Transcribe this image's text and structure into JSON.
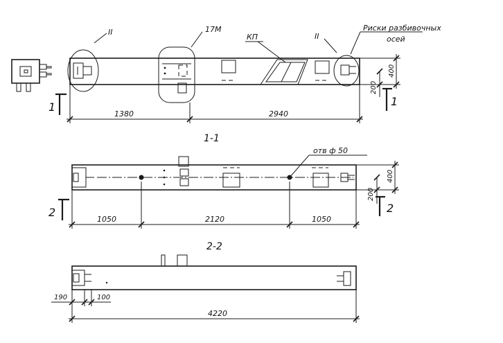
{
  "colors": {
    "ink": "#1a1a1a",
    "paper": "#ffffff"
  },
  "top_view": {
    "callout_left": "II",
    "callout_mid": "17M",
    "callout_kp": "КП",
    "callout_right": "II",
    "note_line1": "Риски разбивочных",
    "note_line2": "осей",
    "dim_left": "1380",
    "dim_right": "2940",
    "dim_height": "400",
    "dim_small": "200",
    "section_label_left": "1",
    "section_label_right": "1"
  },
  "section_1": {
    "title": "1-1",
    "hole_note": "отв ф 50",
    "dim_left": "1050",
    "dim_mid": "2120",
    "dim_right": "1050",
    "dim_height": "400",
    "dim_small": "200",
    "section_label_left": "2",
    "section_label_right": "2"
  },
  "section_2": {
    "title": "2-2",
    "dim_a": "190",
    "dim_b": "100",
    "dim_total": "4220"
  }
}
